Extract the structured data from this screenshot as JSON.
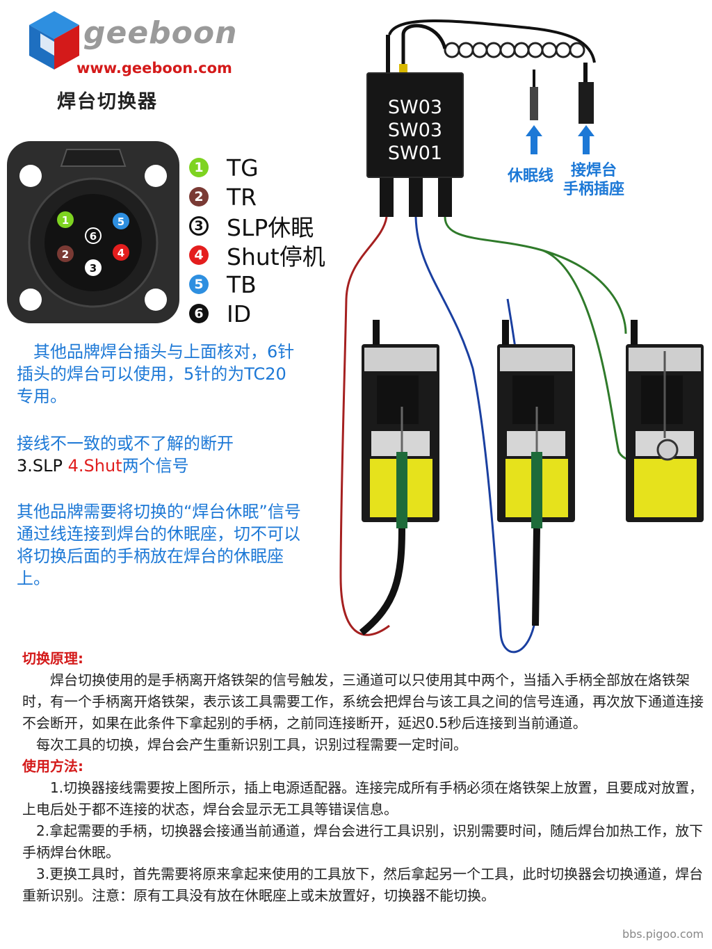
{
  "header": {
    "logo_text": "geeboon",
    "url": "www.geeboon.com",
    "title": "焊台切换器"
  },
  "pins": [
    {
      "num": "1",
      "label": "TG",
      "color": "#7ed321"
    },
    {
      "num": "2",
      "label": "TR",
      "color": "#7a3a34"
    },
    {
      "num": "3",
      "label": "SLP休眠",
      "color": "#ffffff"
    },
    {
      "num": "4",
      "label": "Shut停机",
      "color": "#e41e1e"
    },
    {
      "num": "5",
      "label": "TB",
      "color": "#2e8fe0"
    },
    {
      "num": "6",
      "label": "ID",
      "color": "#111111"
    }
  ],
  "notes": {
    "note1": "　其他品牌焊台插头与上面核对，6针插头的焊台可以使用，5针的为TC20专用。",
    "note2_line1": "接线不一致的或不了解的断开",
    "note2_prefix": "3.SLP ",
    "note2_red": "4.Shut",
    "note2_suffix": "两个信号",
    "note3": "其他品牌需要将切换的“焊台休眠”信号通过线连接到焊台的休眠座，切不可以将切换后面的手柄放在焊台的休眠座上。"
  },
  "device": {
    "line1": "SW03",
    "line2": "SW03",
    "line3": "SW01",
    "sleep_wire_label": "休眠线",
    "handle_socket_label_1": "接焊台",
    "handle_socket_label_2": "手柄插座"
  },
  "principle": {
    "heading": "切换原理:",
    "p1": "　　焊台切换使用的是手柄离开烙铁架的信号触发，三通道可以只使用其中两个，当插入手柄全部放在烙铁架时，有一个手柄离开烙铁架，表示该工具需要工作，系统会把焊台与该工具之间的信号连通，再次放下通道连接不会断开，如果在此条件下拿起别的手柄，之前同连接断开，延迟0.5秒后连接到当前通道。",
    "p2": "　每次工具的切换，焊台会产生重新识别工具，识别过程需要一定时间。"
  },
  "usage": {
    "heading": "使用方法:",
    "s1": "　　1.切换器接线需要按上图所示，插上电源适配器。连接完成所有手柄必须在烙铁架上放置，且要成对放置，上电后处于都不连接的状态，焊台会显示无工具等错误信息。",
    "s2": "　2.拿起需要的手柄，切换器会接通当前通道，焊台会进行工具识别，识别需要时间，随后焊台加热工作，放下手柄焊台休眠。",
    "s3": "　3.更换工具时，首先需要将原来拿起来使用的工具放下，然后拿起另一个工具，此时切换器会切换通道，焊台重新识别。注意：原有工具没有放在休眠座上或未放置好，切换器不能切换。"
  },
  "footer": "bbs.pigoo.com",
  "colors": {
    "blue": "#1c78d6",
    "red": "#d41a1a",
    "wire_red": "#a52020",
    "wire_blue": "#1a3fa0",
    "wire_green": "#2f7a2a"
  }
}
